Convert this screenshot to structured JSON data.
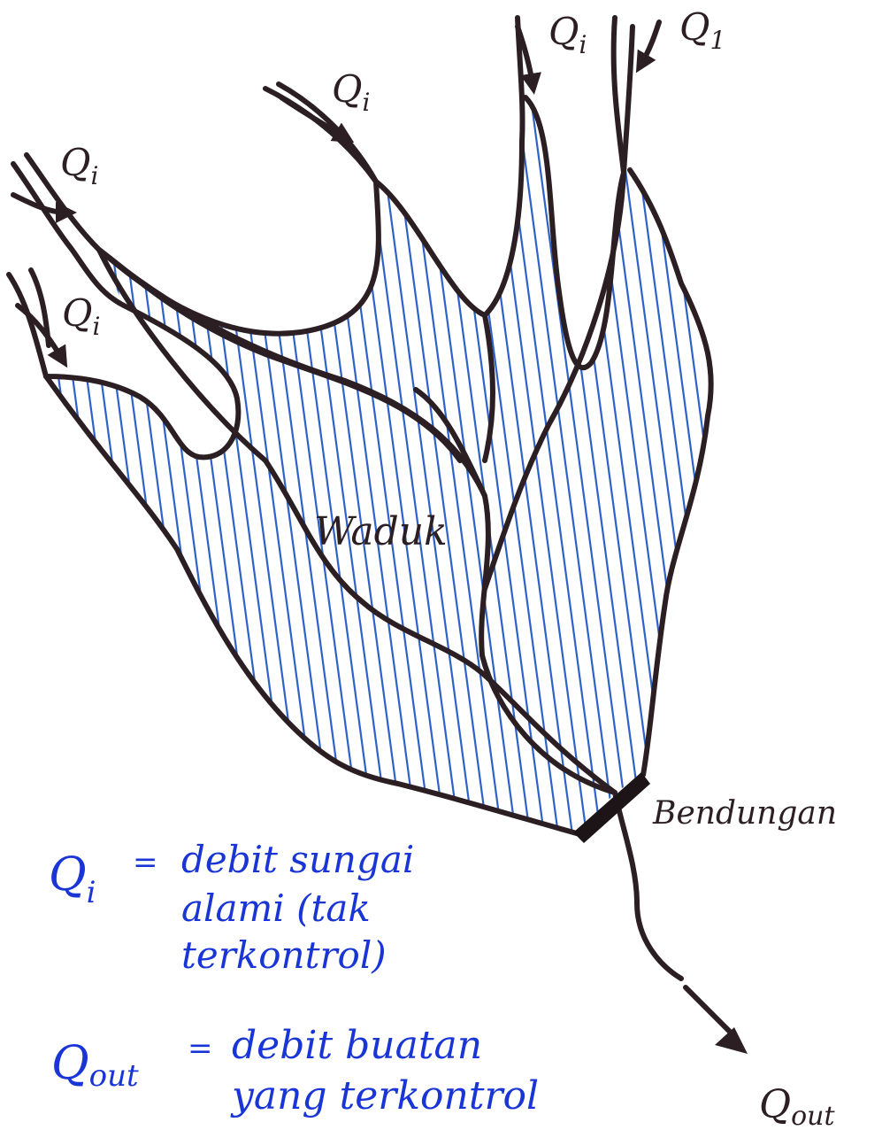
{
  "labels": {
    "reservoir": "Waduk",
    "dam": "Bendungan",
    "inflow": "Q",
    "inflow_sub": "i",
    "inflow_sub_alt": "1",
    "outflow": "Q",
    "outflow_sub": "out"
  },
  "legend": {
    "qi_symbol": "Q",
    "qi_sub": "i",
    "qi_eq": "=",
    "qi_line1": "debit sungai",
    "qi_line2": "alami (tak",
    "qi_line3": "terkontrol)",
    "qout_symbol": "Q",
    "qout_sub": "out",
    "qout_eq": "=",
    "qout_line1": "debit buatan",
    "qout_line2": "yang terkontrol"
  },
  "colors": {
    "ink": "#2c1f24",
    "legend_text": "#1a35d6",
    "hatching": "#2f62c8",
    "dam": "#1c1417"
  }
}
